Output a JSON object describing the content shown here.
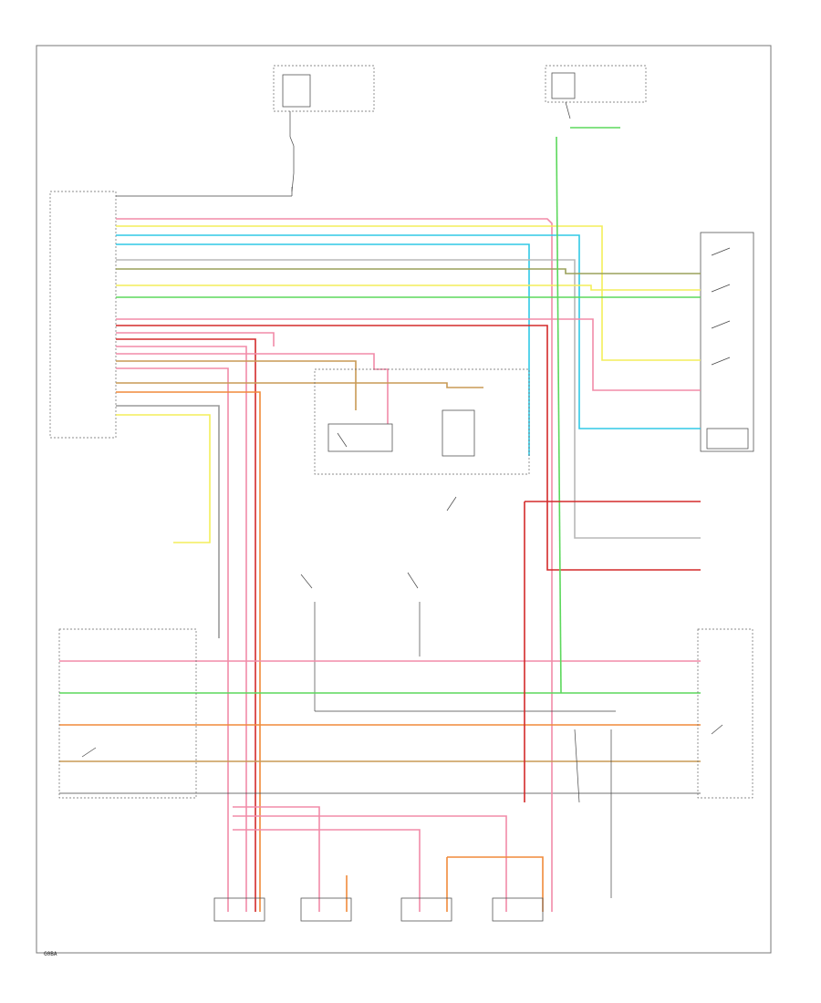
{
  "diagram": {
    "page_code": "G0BA",
    "colors": {
      "pink": "#f28ba8",
      "red": "#d42a2a",
      "cyan": "#30c9e6",
      "yellow": "#f3ee5a",
      "green": "#5cd85c",
      "orange": "#f08a3a",
      "tan": "#c89a55",
      "gray": "#444444"
    },
    "nodes": [
      {
        "id": "hot_at_all_times"
      },
      {
        "id": "hot_in_run"
      },
      {
        "id": "door_lock_indicator_switch"
      },
      {
        "id": "left_front_door_lock_actuator"
      },
      {
        "id": "left_rear_door_lock_actuator"
      },
      {
        "id": "right_front_door_lock_actuator"
      },
      {
        "id": "right_rear_door_lock_actuator"
      },
      {
        "id": "center_console_control_switch"
      },
      {
        "id": "right_front_door_switch"
      },
      {
        "id": "remote_keyless_entry_module"
      },
      {
        "id": "generic_electronic_module"
      }
    ]
  }
}
